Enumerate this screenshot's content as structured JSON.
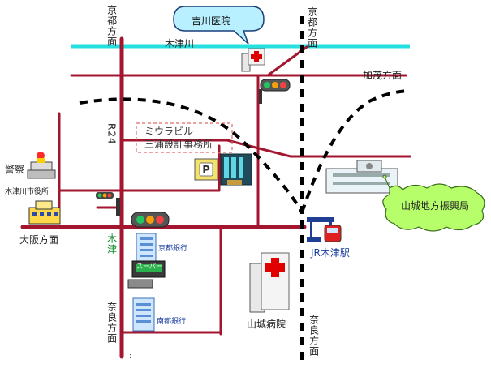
{
  "labels": {
    "kyoto_dir_left": "京都方面",
    "kyoto_dir_right": "京都方面",
    "kamo_dir": "加茂方面",
    "osaka_dir": "大阪方面",
    "nara_dir_left": "奈良方面",
    "nara_dir_right": "奈良方面",
    "kizu_river": "木津川",
    "route": "R24",
    "kizu": "木津"
  },
  "places": {
    "yoshikawa_hospital": "吉川医院",
    "police": "警察",
    "city_hall": "木津川市役所",
    "kyoto_bank": "京都銀行",
    "nanto_bank": "南都銀行",
    "yamashiro_hospital": "山城病院",
    "jr_station": "JR木津駅",
    "promotion_bureau": "山城地方振興局",
    "supermarket_sign": "スーパー"
  },
  "office": {
    "line1": "ミウラビル",
    "line2": "三浦設計事務所"
  },
  "colors": {
    "road": "#a3162f",
    "river": "#26e0e0",
    "rail": "#000000",
    "callout": "#b9f0ff",
    "bureau_callout": "#b6ff6a"
  }
}
